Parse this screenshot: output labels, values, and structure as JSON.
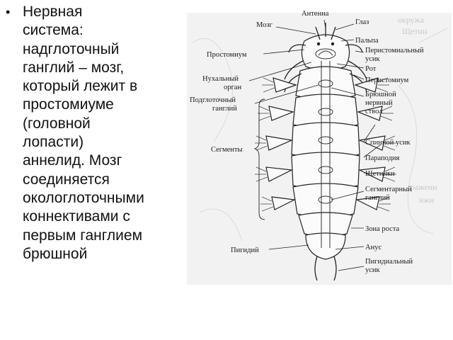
{
  "slide": {
    "bullet_text": "Нервная\nсистема:\nнадглоточный\nганглий – мозг,\nкоторый лежит в\nпростомиуме\n(головной\nлопасти)\nаннелид. Мозг\nсоединяется\nокологлоточными\nконнективами с\nпервым ганглием\nбрюшной"
  },
  "figure": {
    "labels": {
      "brain": "Мозг",
      "antenna": "Антенна",
      "eye": "Глаз",
      "palp": "Пальпа",
      "prostomium": "Простомиум",
      "peristomial_cirrus_1": "Перистомиальный",
      "peristomial_cirrus_2": "усик",
      "mouth": "Рот",
      "peristomium": "Перистомиум",
      "nuchal_organ_1": "Нухальный",
      "nuchal_organ_2": "орган",
      "subpharyngeal_1": "Подглоточный",
      "subpharyngeal_2": "ганглий",
      "ventral_cord_1": "Брюшной",
      "ventral_cord_2": "нервный",
      "ventral_cord_3": "ствол",
      "segments": "Сегменты",
      "dorsal_cirrus": "Спинной усик",
      "parapodium": "Параподия",
      "chaetae": "Щетинки",
      "segmental_ganglion_1": "Сегментарный",
      "segmental_ganglion_2": "ганглий",
      "growth_zone": "Зона роста",
      "pygidium": "Пигидий",
      "anus": "Анус",
      "pygidial_cirrus_1": "Пигидиальный",
      "pygidial_cirrus_2": "усик"
    },
    "background_text": [
      "окружа",
      "Щетин",
      "ражени",
      "ижн"
    ]
  }
}
